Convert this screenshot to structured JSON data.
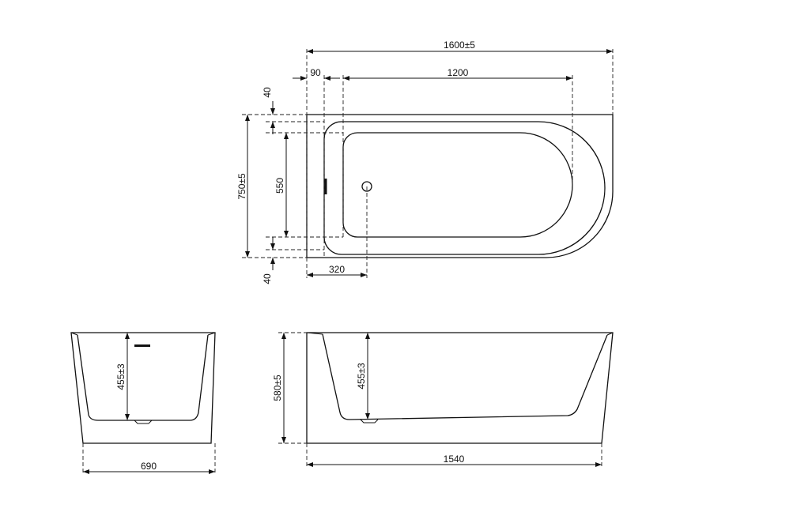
{
  "dimensions": {
    "overall_length": "1600±5",
    "rim_offset": "90",
    "inner_length": "1200",
    "top_rim": "40",
    "overall_width": "750±5",
    "inner_width": "550",
    "bottom_rim": "40",
    "drain_offset": "320",
    "end_depth": "455±3",
    "end_width": "690",
    "side_height": "580±5",
    "side_depth": "455±3",
    "side_length": "1540"
  },
  "colors": {
    "line": "#111111",
    "background": "#ffffff"
  }
}
